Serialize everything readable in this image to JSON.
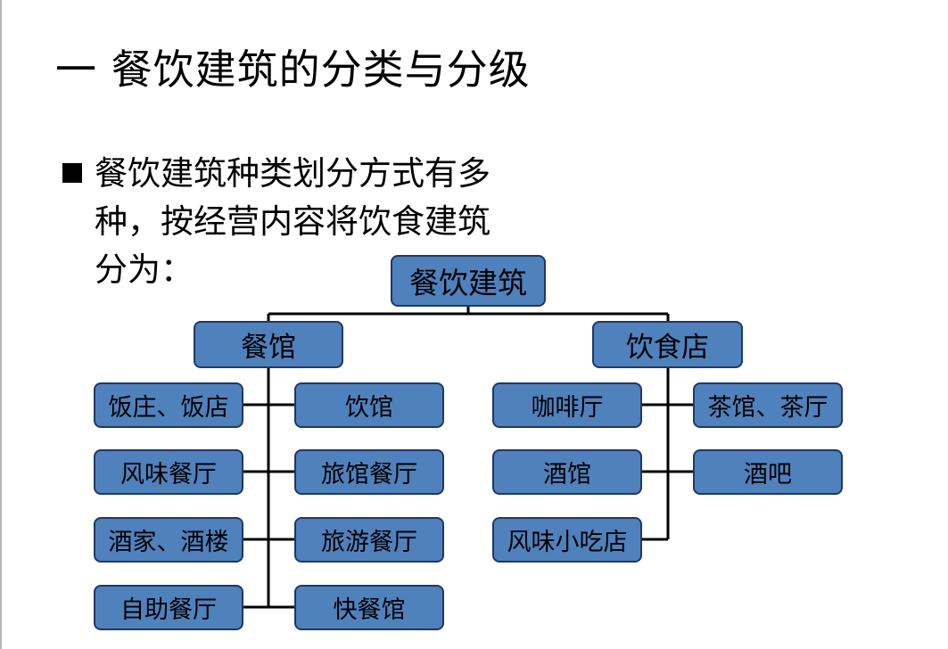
{
  "slide": {
    "title": "一  餐饮建筑的分类与分级",
    "bullet_text": "餐饮建筑种类划分方式有多种，按经营内容将饮食建筑分为："
  },
  "diagram": {
    "root": "餐饮建筑",
    "branches": [
      {
        "label": "餐馆",
        "left_items": [
          "饭庄、饭店",
          "风味餐厅",
          "酒家、酒楼",
          "自助餐厅"
        ],
        "right_items": [
          "饮馆",
          "旅馆餐厅",
          "旅游餐厅",
          "快餐馆"
        ]
      },
      {
        "label": "饮食店",
        "left_items": [
          "咖啡厅",
          "酒馆",
          "风味小吃店"
        ],
        "right_items": [
          "茶馆、茶厅",
          "酒吧"
        ]
      }
    ]
  },
  "colors": {
    "node_fill": "#4f81bd",
    "node_border": "#1f3864",
    "connector": "#000000"
  }
}
